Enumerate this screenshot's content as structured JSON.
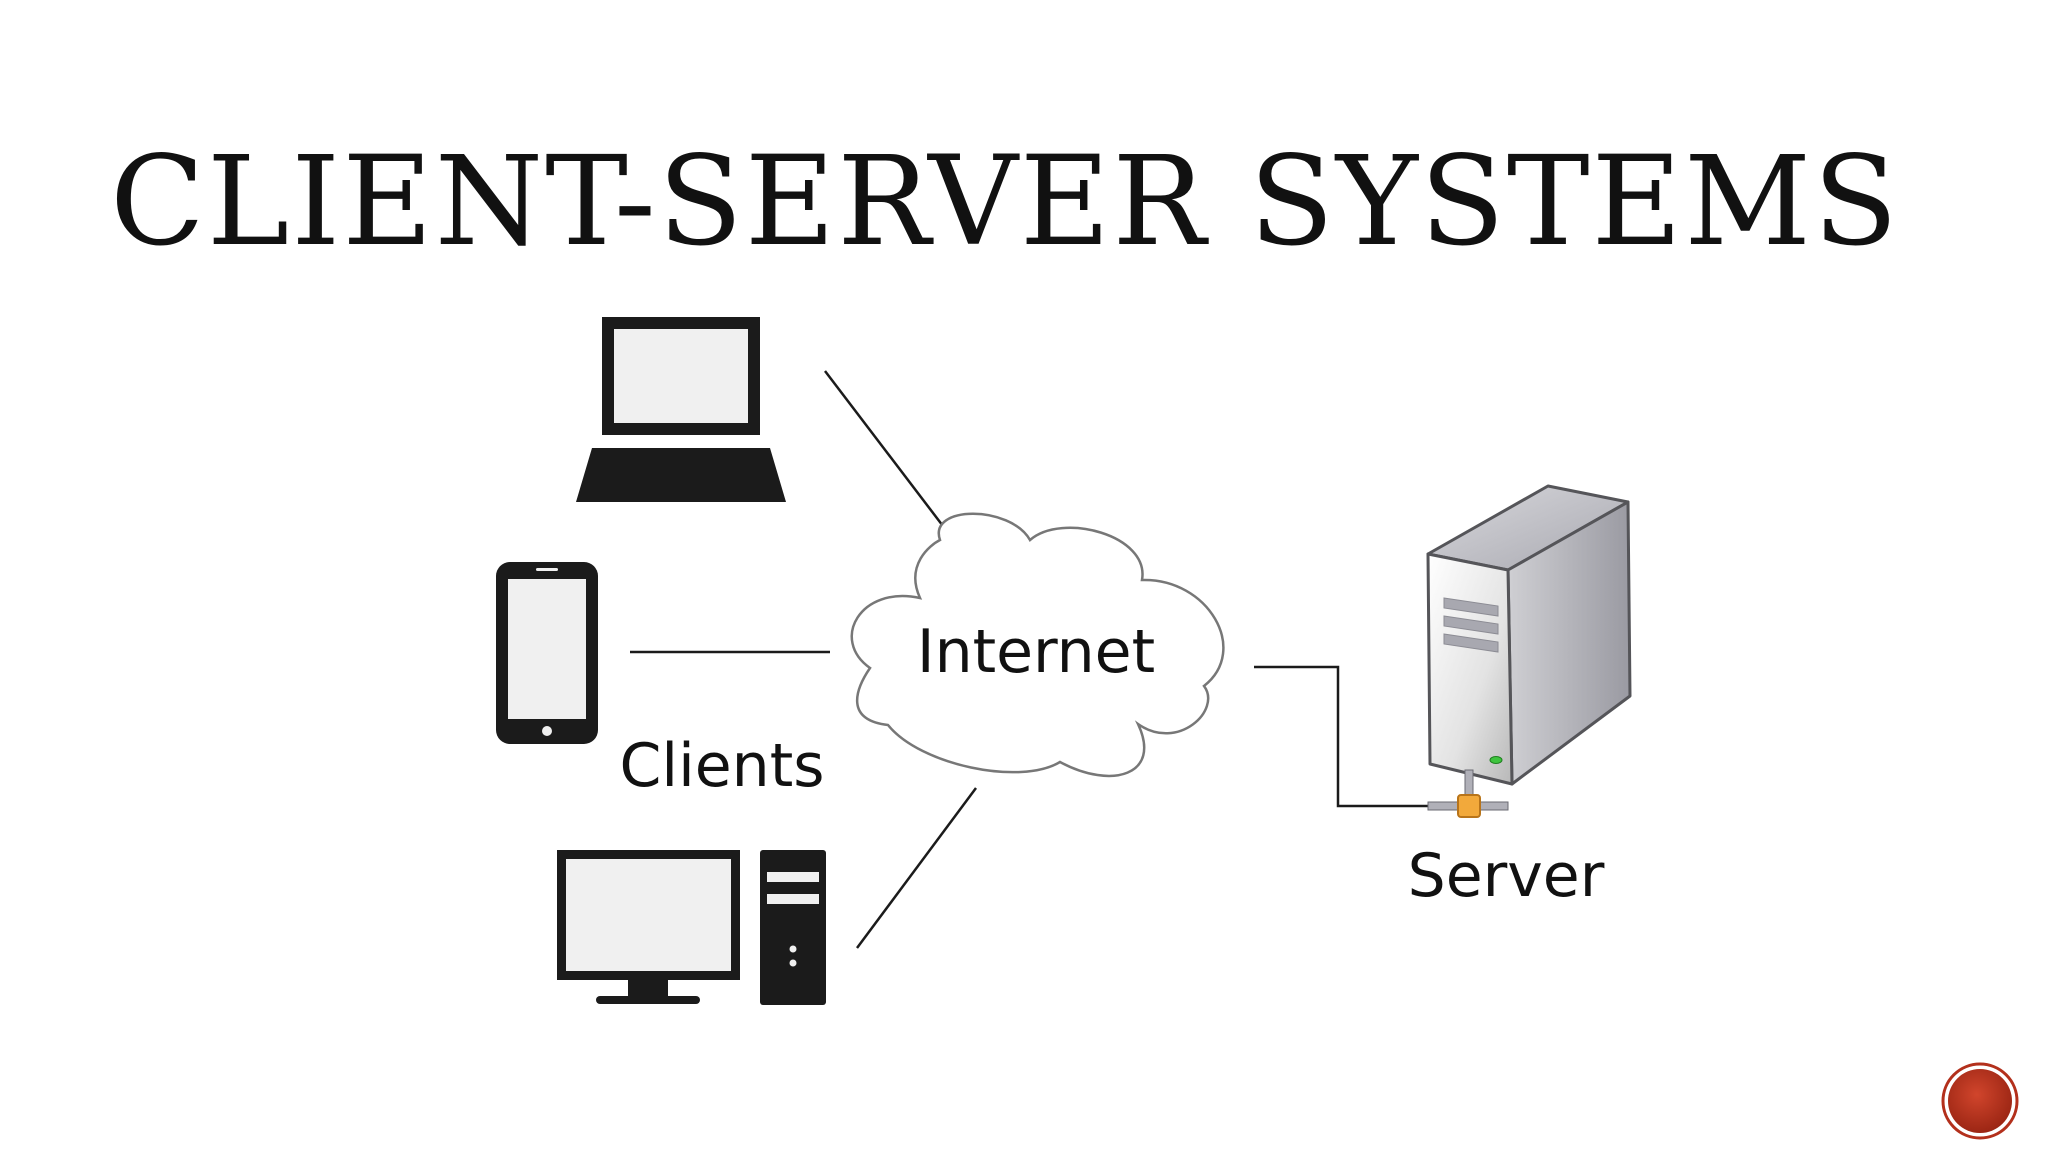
{
  "slide": {
    "title": "CLIENT-SERVER SYSTEMS"
  },
  "diagram": {
    "cloud_label": "Internet",
    "clients_label": "Clients",
    "server_label": "Server"
  },
  "colors": {
    "icon_dark": "#1b1b1b",
    "screen_fill": "#f0f0f0",
    "cloud_stroke": "#777777",
    "nav_button": "#b3301c",
    "server_accent": "#f2a93b"
  },
  "icons": {
    "laptop": "laptop-icon",
    "phone": "smartphone-icon",
    "desktop": "desktop-computer-icon",
    "server": "server-tower-icon",
    "cloud": "cloud-icon",
    "nav": "slide-nav-button"
  }
}
